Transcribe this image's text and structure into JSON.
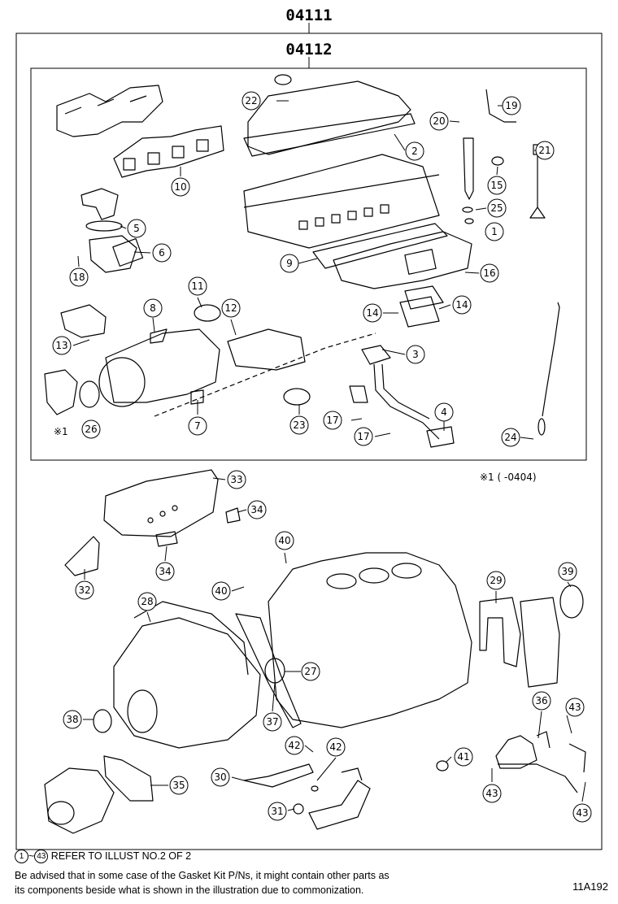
{
  "title_outer": "04111",
  "title_inner": "04112",
  "note_mark": "※1",
  "note_range": "※1 (      -0404)",
  "callouts": [
    "1",
    "2",
    "3",
    "4",
    "5",
    "6",
    "7",
    "8",
    "9",
    "10",
    "11",
    "12",
    "13",
    "14",
    "14",
    "15",
    "16",
    "17",
    "17",
    "18",
    "19",
    "20",
    "21",
    "22",
    "23",
    "24",
    "25",
    "26",
    "27",
    "28",
    "29",
    "30",
    "31",
    "32",
    "33",
    "34",
    "34",
    "35",
    "36",
    "37",
    "38",
    "39",
    "40",
    "40",
    "41",
    "42",
    "42",
    "43",
    "43",
    "43"
  ],
  "footer": {
    "range_start": "1",
    "range_sep": "~",
    "range_end": "43",
    "line1": "REFER TO ILLUST NO.2 OF 2",
    "line2": "Be advised that in some case of the Gasket Kit P/Ns,  it might contain other parts as",
    "line3": "its components beside what is shown in the illustration due to commonization.",
    "code": "11A192"
  }
}
